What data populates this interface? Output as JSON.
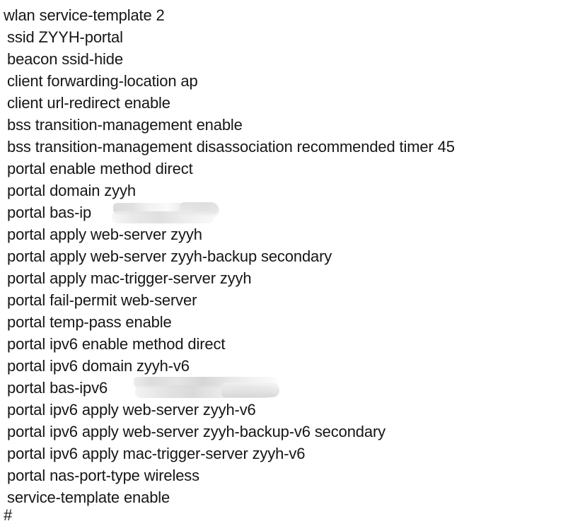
{
  "document": {
    "type": "network-device-configuration-listing",
    "background_color": "#ffffff",
    "text_color": "#161616",
    "lines": [
      {
        "text": "wlan service-template 2",
        "indent": 0
      },
      {
        "text": "ssid ZYYH-portal",
        "indent": 1
      },
      {
        "text": "beacon ssid-hide",
        "indent": 1
      },
      {
        "text": "client forwarding-location ap",
        "indent": 1
      },
      {
        "text": "client url-redirect enable",
        "indent": 1
      },
      {
        "text": "bss transition-management enable",
        "indent": 1
      },
      {
        "text": "bss transition-management disassociation recommended timer 45",
        "indent": 1
      },
      {
        "text": "portal enable method direct",
        "indent": 1
      },
      {
        "text": "portal domain zyyh",
        "indent": 1
      },
      {
        "text": "portal bas-ip",
        "indent": 1,
        "redacted": true
      },
      {
        "text": "portal apply web-server zyyh",
        "indent": 1
      },
      {
        "text": "portal apply web-server zyyh-backup secondary",
        "indent": 1
      },
      {
        "text": "portal apply mac-trigger-server zyyh",
        "indent": 1
      },
      {
        "text": "portal fail-permit web-server",
        "indent": 1
      },
      {
        "text": "portal temp-pass enable",
        "indent": 1
      },
      {
        "text": "portal ipv6 enable method direct",
        "indent": 1
      },
      {
        "text": "portal ipv6 domain zyyh-v6",
        "indent": 1
      },
      {
        "text": "portal bas-ipv6",
        "indent": 1,
        "redacted": true
      },
      {
        "text": "portal ipv6 apply web-server zyyh-v6",
        "indent": 1
      },
      {
        "text": "portal ipv6 apply web-server zyyh-backup-v6 secondary",
        "indent": 1
      },
      {
        "text": "portal ipv6 apply mac-trigger-server zyyh-v6",
        "indent": 1
      },
      {
        "text": "portal nas-port-type wireless",
        "indent": 1
      },
      {
        "text": "service-template enable",
        "indent": 1
      },
      {
        "text": "#",
        "indent": 0
      }
    ],
    "redactions": [
      {
        "id": "bas-ip",
        "hides": "ipv4-address",
        "on_line": "portal bas-ip",
        "color": "#dcdcdc"
      },
      {
        "id": "bas-ipv6",
        "hides": "ipv6-address",
        "on_line": "portal bas-ipv6",
        "color": "#dcdcdc"
      }
    ]
  }
}
